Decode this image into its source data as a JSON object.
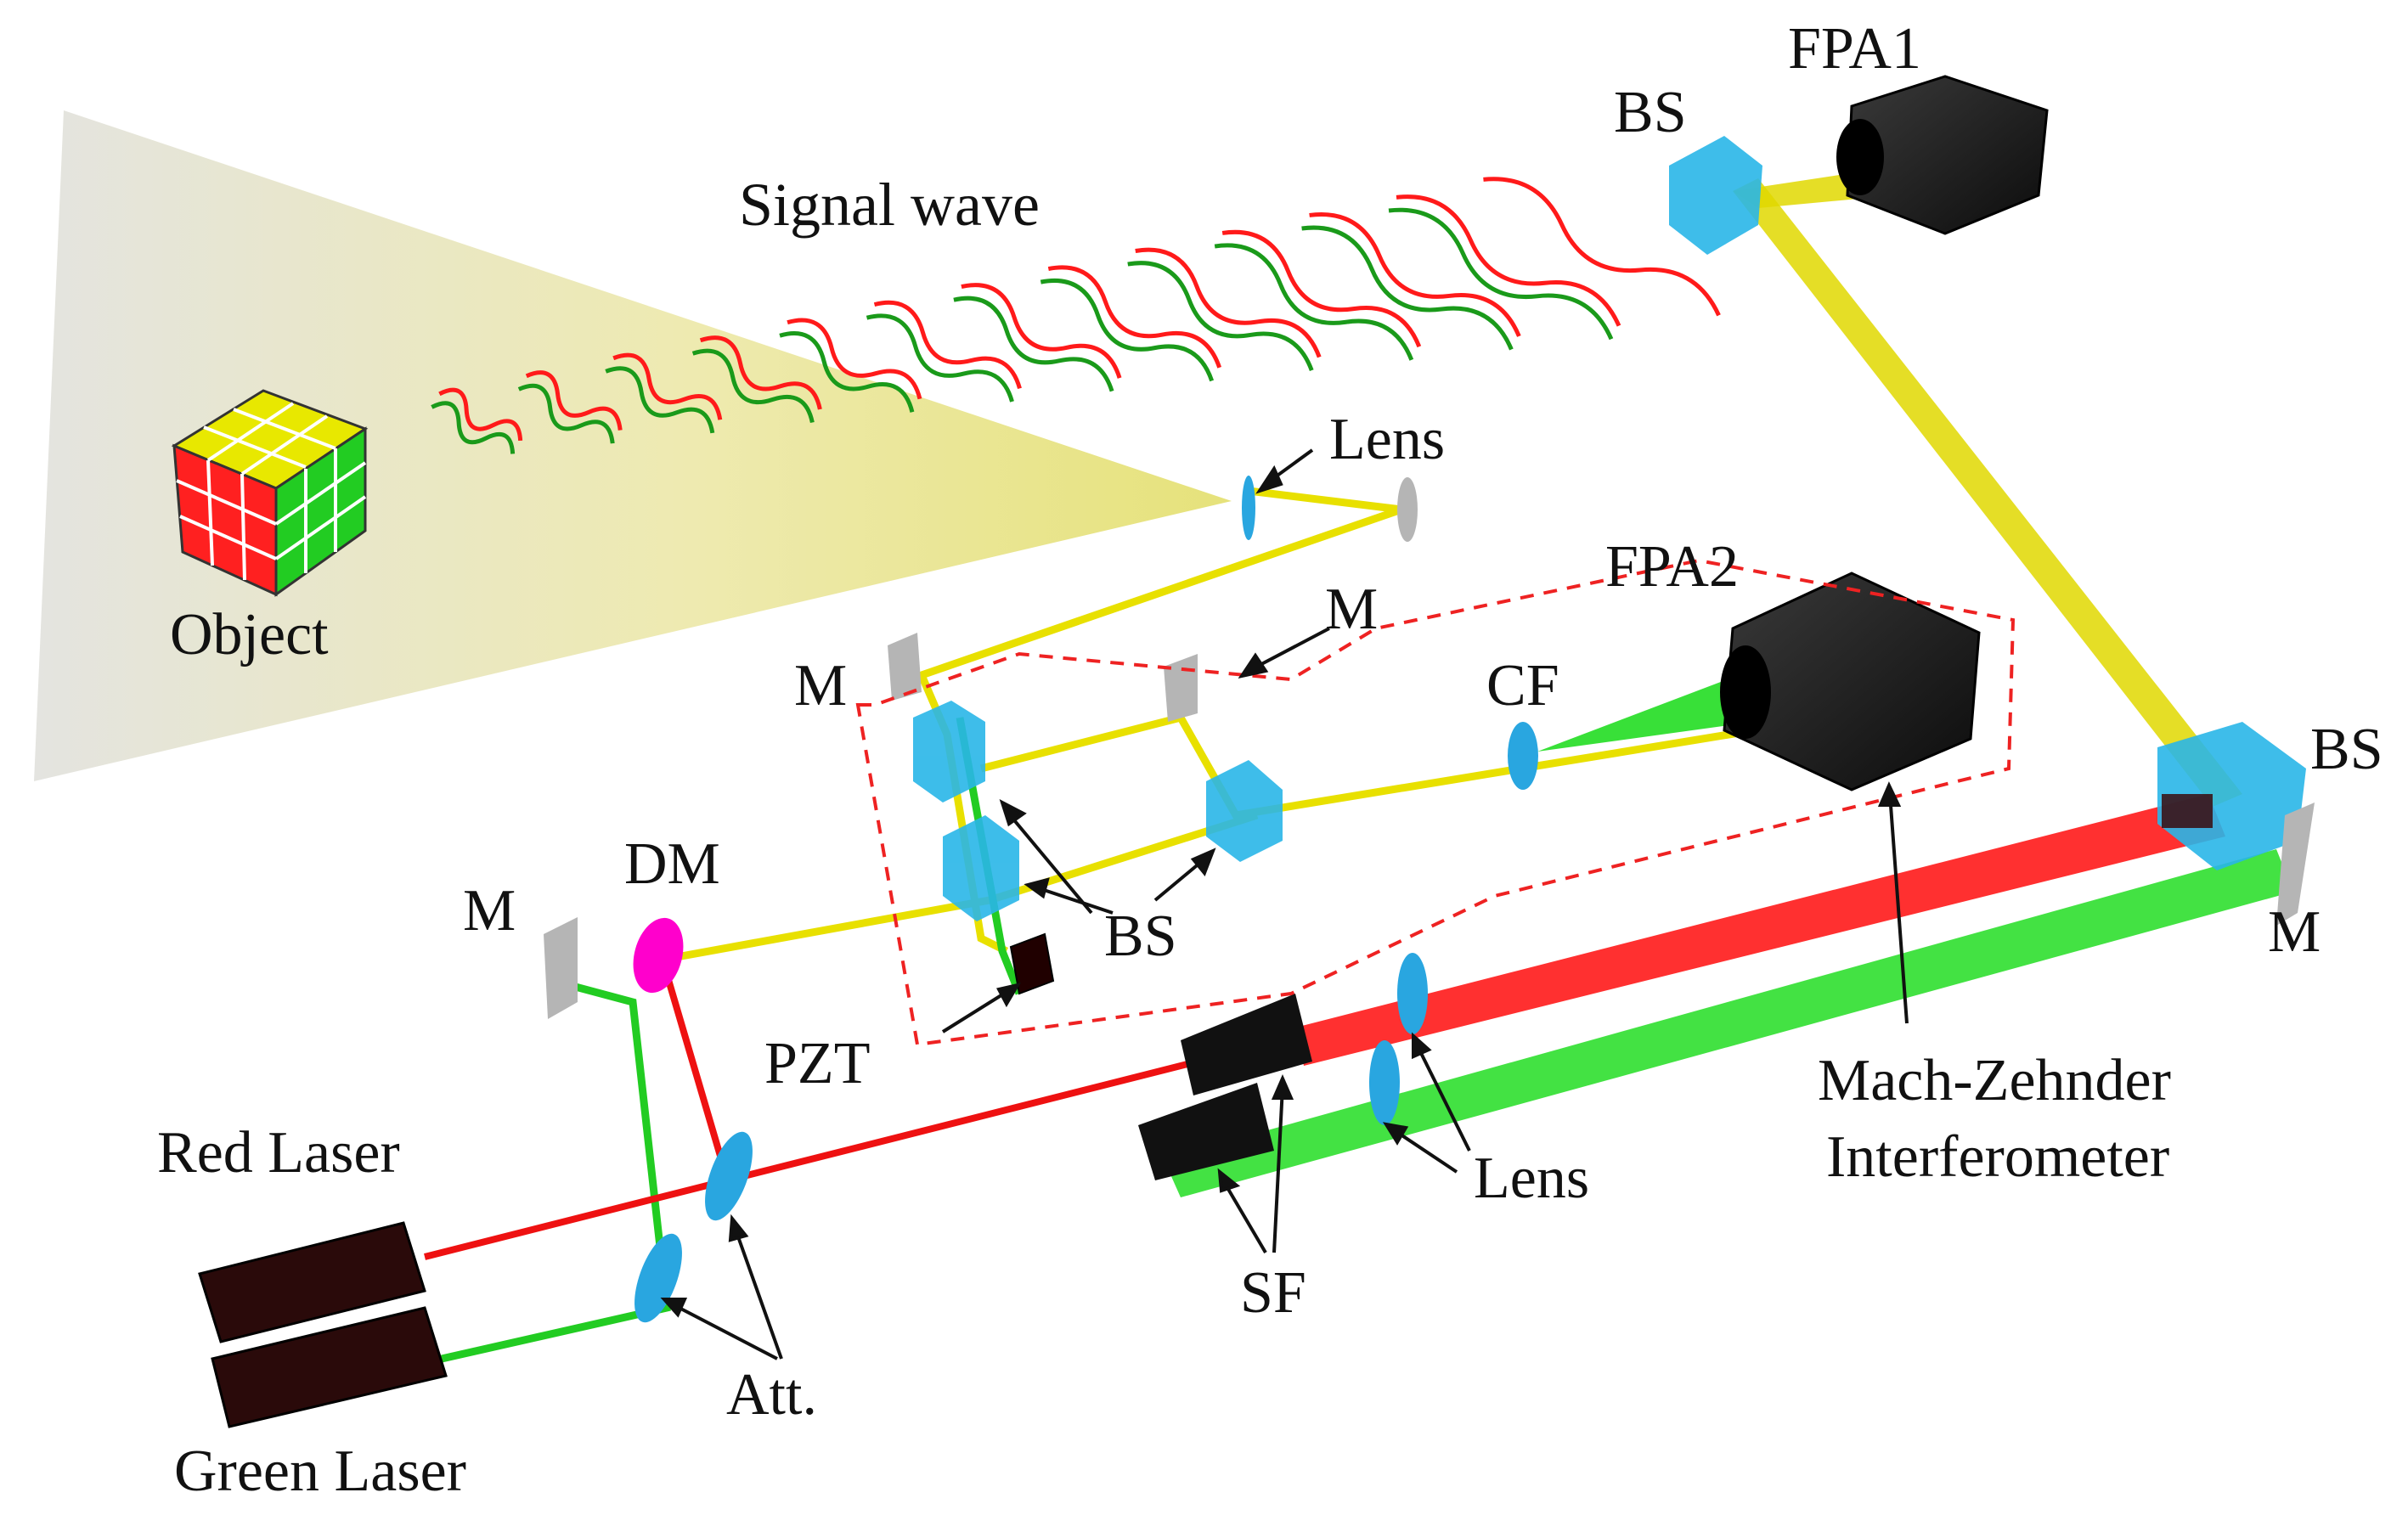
{
  "labels": {
    "signal_wave": "Signal wave",
    "object": "Object",
    "lens_top": "Lens",
    "fpa1": "FPA1",
    "bs_top": "BS",
    "fpa2": "FPA2",
    "m_mid": "M",
    "m_left": "M",
    "cf": "CF",
    "bs_right": "BS",
    "m_right": "M",
    "dm": "DM",
    "m_far_left": "M",
    "bs_center": "BS",
    "pzt": "PZT",
    "red_laser": "Red Laser",
    "green_laser": "Green Laser",
    "att": "Att.",
    "sf": "SF",
    "lens_bottom": "Lens",
    "mzi_line1": "Mach-Zehnder",
    "mzi_line2": "Interferometer"
  },
  "colors": {
    "red_beam": "#ff0000",
    "green_beam": "#00cc00",
    "yellow_beam": "#e8e000",
    "beam_splitter": "#29b6e8",
    "dichroic_mirror": "#ff00cc",
    "camera": "#1a1a1a",
    "laser_body": "#2a0a0a",
    "mirror": "#b0b0b0",
    "dashed_box": "#ee2222"
  }
}
